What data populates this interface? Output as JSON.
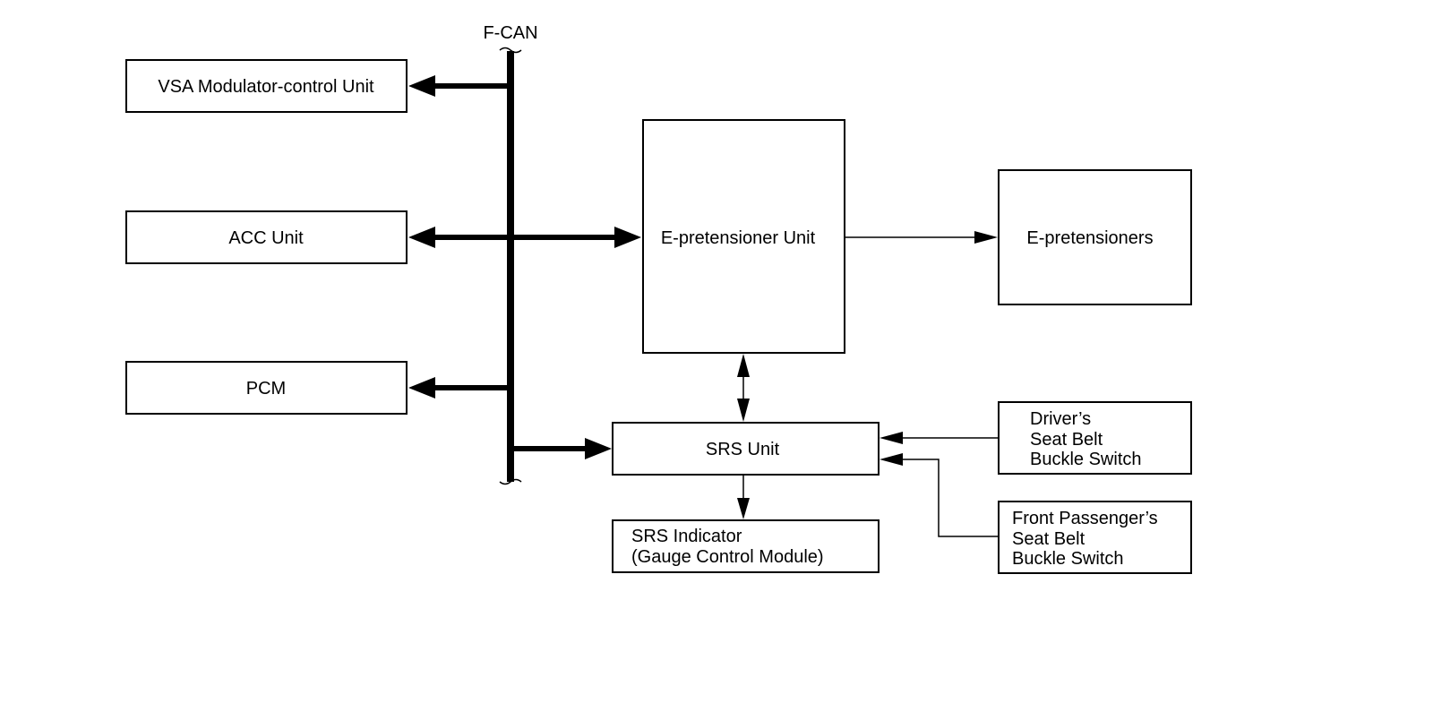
{
  "bus": {
    "label": "F-CAN"
  },
  "nodes": {
    "vsa": {
      "label": "VSA Modulator-control Unit"
    },
    "acc": {
      "label": "ACC Unit"
    },
    "pcm": {
      "label": "PCM"
    },
    "epretensioner_unit": {
      "label": "E-pretensioner Unit"
    },
    "epretensioners": {
      "label": "E-pretensioners"
    },
    "srs_unit": {
      "label": "SRS Unit"
    },
    "srs_indicator": {
      "lines": [
        "SRS Indicator",
        "(Gauge Control Module)"
      ]
    },
    "driver_switch": {
      "lines": [
        "Driver’s",
        "Seat Belt",
        "Buckle Switch"
      ]
    },
    "passenger_switch": {
      "lines": [
        "Front Passenger’s",
        "Seat Belt",
        "Buckle Switch"
      ]
    }
  },
  "colors": {
    "line": "#000000",
    "background": "#ffffff"
  }
}
